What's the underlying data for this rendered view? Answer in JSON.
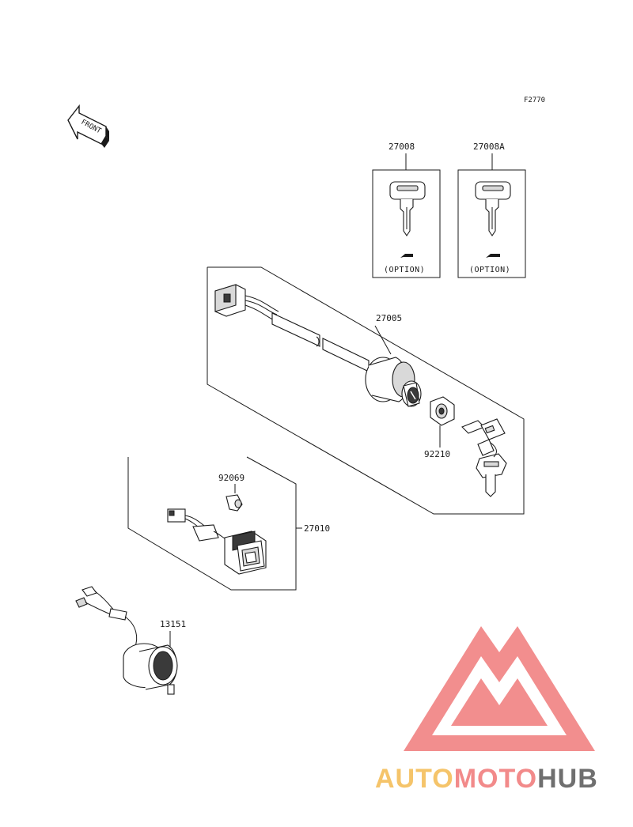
{
  "figure_code": "F2770",
  "front_label": "FRONT",
  "parts": {
    "key_a": "27008",
    "key_b": "27008A",
    "ignition_switch": "27005",
    "nut": "92210",
    "switch_assy": "27010",
    "bulb": "92069",
    "socket": "13151"
  },
  "option_label": "(OPTION)",
  "watermark": {
    "text_auto": "AUTO",
    "text_moto": "MOTO",
    "text_hub": "HUB",
    "colors": {
      "auto": "#f5c46a",
      "moto": "#f28a8a",
      "hub": "#6f6f6f",
      "logo": "#f07a7a"
    }
  }
}
